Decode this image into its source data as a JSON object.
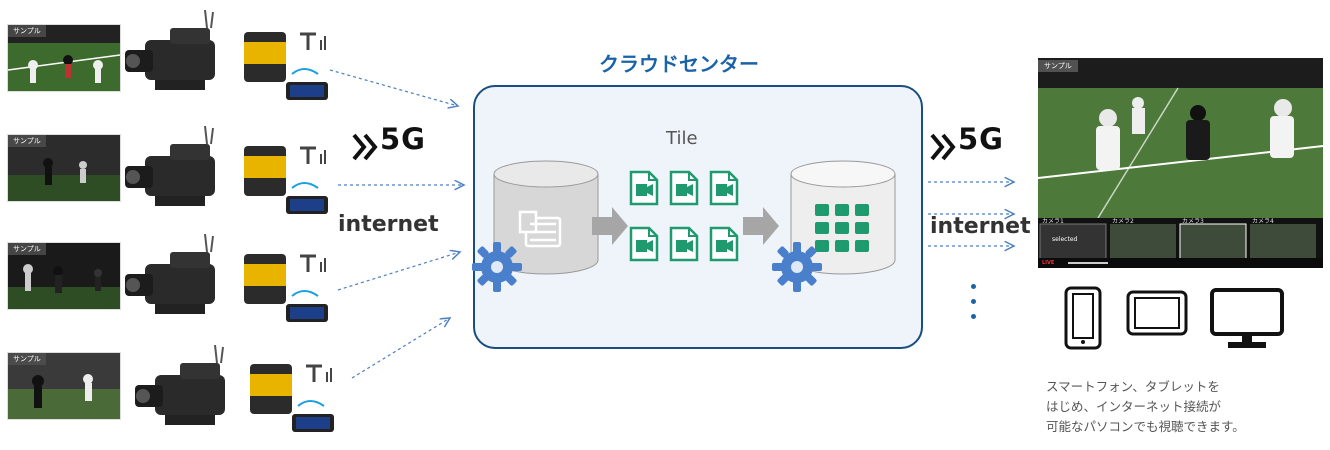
{
  "thumbnail_label": "サンプル",
  "tech": {
    "fiveg": "5G",
    "internet": "internet"
  },
  "cloud_title": "クラウドセンター",
  "tile_label": "Tile",
  "player": {
    "label": "サンプル",
    "cams": [
      "カメラ1",
      "カメラ2",
      "カメラ3",
      "カメラ4"
    ],
    "selected": "selected",
    "live": "LIVE"
  },
  "caption": {
    "line1": "スマートフォン、タブレットを",
    "line2": "はじめ、インターネット接続が",
    "line3": "可能なパソコンでも視聴できます。"
  },
  "colors": {
    "accent": "#1a63a8",
    "box_border": "#1a4d80",
    "file_green": "#1e9a6e",
    "arrow_blue": "#4a7fbf"
  }
}
